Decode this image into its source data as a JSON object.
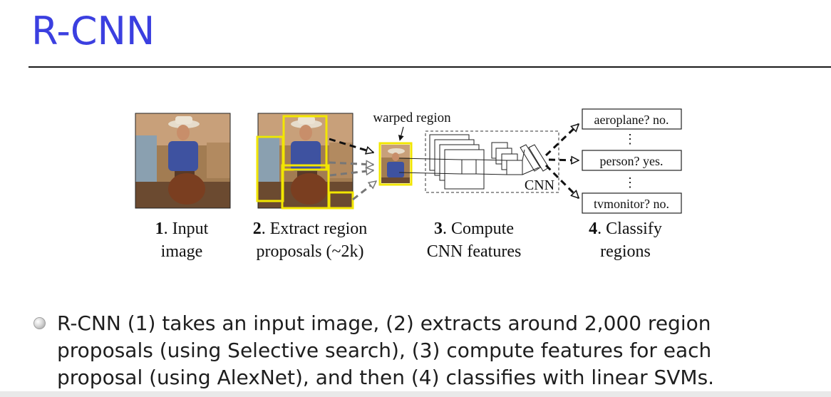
{
  "slide": {
    "title": "R-CNN"
  },
  "diagram": {
    "warped_label": "warped region",
    "cnn_label": "CNN",
    "classes": [
      "aeroplane? no.",
      "person? yes.",
      "tvmonitor? no."
    ],
    "ellipsis": "⋮",
    "steps": [
      {
        "num": "1",
        "line1": ". Input",
        "line2": "image"
      },
      {
        "num": "2",
        "line1": ". Extract region",
        "line2": "proposals (~2k)"
      },
      {
        "num": "3",
        "line1": ". Compute",
        "line2": "CNN features"
      },
      {
        "num": "4",
        "line1": ". Classify",
        "line2": "regions"
      }
    ]
  },
  "bullet": {
    "line1": "R-CNN (1) takes an input image, (2) extracts around 2,000 region",
    "line2": "proposals (using Selective search), (3) compute features for each",
    "line3": "proposal (using AlexNet), and then (4) classifies with linear SVMs."
  }
}
